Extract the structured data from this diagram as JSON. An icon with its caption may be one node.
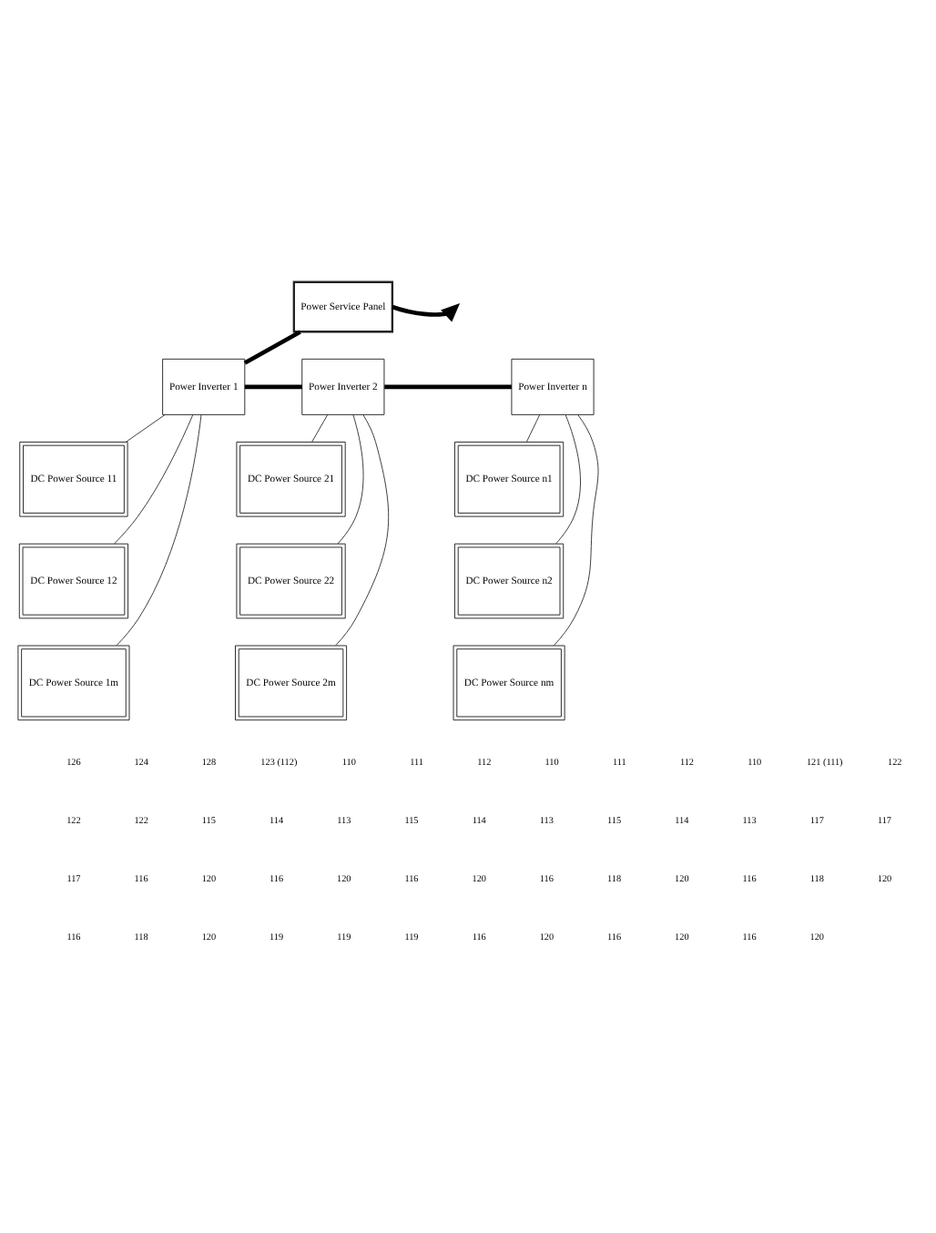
{
  "diagram": {
    "nodes": [
      {
        "text": [
          "Power Service Panel"
        ]
      },
      {
        "text": [
          "Power Inverter 1"
        ]
      },
      {
        "text": [
          "Power Inverter 2"
        ]
      },
      {
        "text": [
          "Power Inverter n"
        ]
      },
      {
        "text": [
          "DC Power Source 11"
        ]
      },
      {
        "text": [
          "DC Power Source 12"
        ]
      },
      {
        "text": [
          "DC Power Source 1m"
        ]
      },
      {
        "text": [
          "DC Power Source 21"
        ]
      },
      {
        "text": [
          "DC Power Source 22"
        ]
      },
      {
        "text": [
          "DC Power Source 2m"
        ]
      },
      {
        "text": [
          "DC Power Source n1"
        ]
      },
      {
        "text": [
          "DC Power Source n2"
        ]
      },
      {
        "text": [
          "DC Power Source nm"
        ]
      }
    ],
    "edges": [
      {
        "from": 1,
        "to": 0,
        "arrow": "none",
        "style": "thick"
      },
      {
        "from": 1,
        "to": 2,
        "arrow": "none",
        "style": "thick"
      },
      {
        "from": 2,
        "to": 3,
        "arrow": "none",
        "style": "thick"
      },
      {
        "from": 0,
        "to": null,
        "arrow": "to",
        "style": "thick"
      },
      {
        "from": 1,
        "to": 4,
        "arrow": "none"
      },
      {
        "from": 1,
        "to": 5,
        "arrow": "none"
      },
      {
        "from": 1,
        "to": 6,
        "arrow": "none"
      },
      {
        "from": 2,
        "to": 7,
        "arrow": "none"
      },
      {
        "from": 2,
        "to": 8,
        "arrow": "none"
      },
      {
        "from": 2,
        "to": 9,
        "arrow": "none"
      },
      {
        "from": 3,
        "to": 10,
        "arrow": "none"
      },
      {
        "from": 3,
        "to": 11,
        "arrow": "none"
      },
      {
        "from": 3,
        "to": 12,
        "arrow": "none"
      }
    ],
    "labels": [
      "126",
      "124",
      "128",
      "123 (112)",
      "110",
      "111",
      "112",
      "110",
      "111",
      "112",
      "110",
      "121 (111)",
      "122",
      "122",
      "122",
      "115",
      "114",
      "113",
      "115",
      "114",
      "113",
      "115",
      "114",
      "113",
      "117",
      "117",
      "117",
      "116",
      "120",
      "116",
      "120",
      "116",
      "120",
      "116",
      "118",
      "120",
      "116",
      "118",
      "120",
      "116",
      "118",
      "120",
      "119",
      "119",
      "119",
      "116",
      "120",
      "116",
      "120",
      "116",
      "120"
    ]
  }
}
